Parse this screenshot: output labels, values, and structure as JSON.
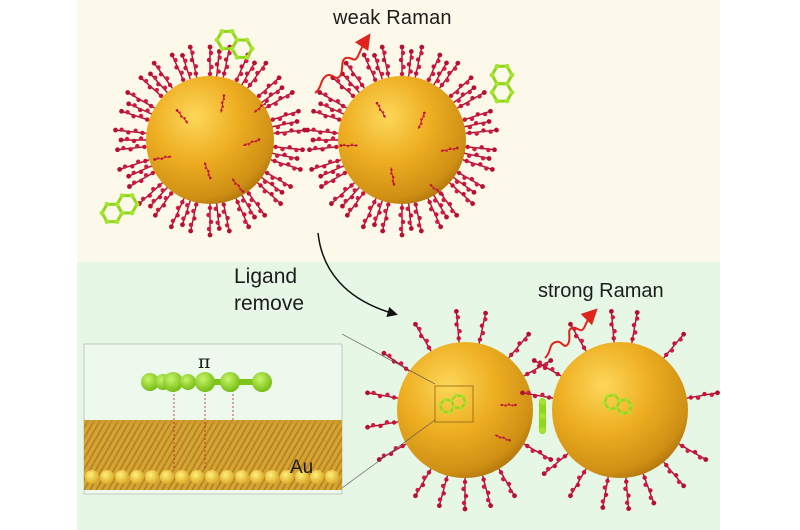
{
  "figure": {
    "top_panel": {
      "label": "weak Raman",
      "background": "#fdf9ea",
      "description": "Two gold nanoparticles densely covered with red ligand chains; free green naphthalene-like molecules nearby"
    },
    "transition": {
      "label_line1": "Ligand",
      "label_line2": "remove"
    },
    "bottom_panel": {
      "label": "strong Raman",
      "background": "#e6f7e6",
      "description": "Two gold nanoparticles with sparse ligands; green molecules adsorbed on surface and in gap"
    },
    "inset": {
      "pi_label": "π",
      "surface_label": "Au",
      "description": "Flat aromatic molecule lying over gold atom surface via pi interaction"
    },
    "colors": {
      "gold": "#e8a81e",
      "gold_dark": "#b37a10",
      "ligand_red": "#c8123a",
      "molecule_green": "#8fd61c",
      "raman_arrow": "#e0231c",
      "outer_margin": "#ffffff"
    }
  }
}
